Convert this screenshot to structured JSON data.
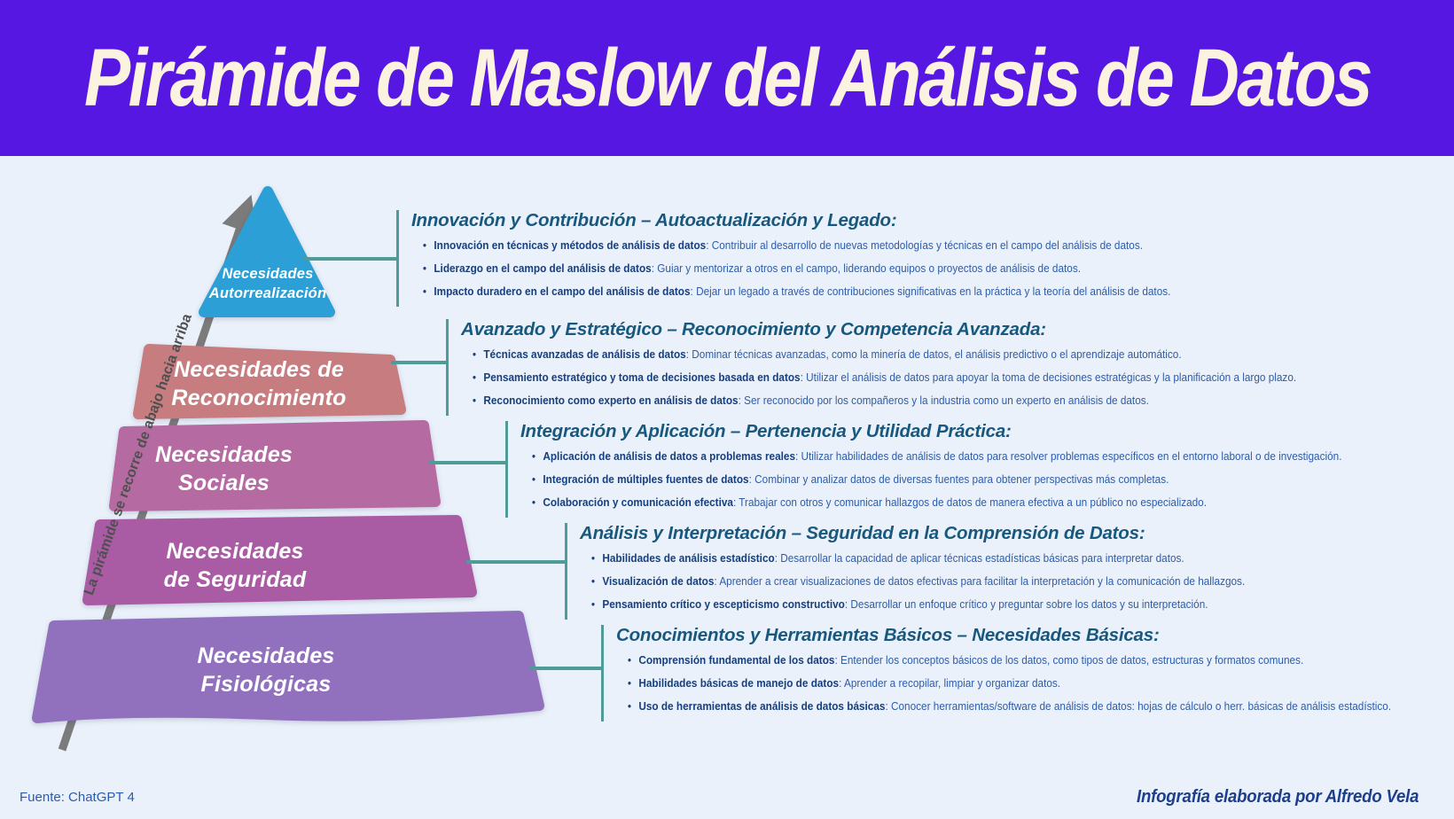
{
  "theme": {
    "header_bg": "#5617E3",
    "header_text": "#FBF3DF",
    "page_bg": "#EAF1FA",
    "connector": "#4E9B97",
    "block_title": "#19587E",
    "bullet_lead": "#173F7E",
    "bullet_text": "#2E5CA8",
    "arrow": "#7B7B7B",
    "arrow_label": "#4F4F4F",
    "source_text": "#2A5CAD",
    "credit_text": "#1D3E8C"
  },
  "header": {
    "title": "Pirámide de Maslow del Análisis de Datos"
  },
  "arrow": {
    "label": "La pirámide se recorre de abajo hacia arriba"
  },
  "pyramid": {
    "levels": [
      {
        "label_lines": [
          "Necesidades",
          "Autorrealización"
        ],
        "color": "#2CA0D6"
      },
      {
        "label_lines": [
          "Necesidades de",
          "Reconocimiento"
        ],
        "color": "#C77C7F"
      },
      {
        "label_lines": [
          "Necesidades",
          "Sociales"
        ],
        "color": "#B56AA2"
      },
      {
        "label_lines": [
          "Necesidades",
          "de Seguridad"
        ],
        "color": "#A95BA4"
      },
      {
        "label_lines": [
          "Necesidades",
          "Fisiológicas"
        ],
        "color": "#9170BE"
      }
    ]
  },
  "blocks": [
    {
      "title": "Innovación y Contribución – Autoactualización y Legado:",
      "bullets": [
        {
          "lead": "Innovación en técnicas y métodos de análisis de datos",
          "desc": ": Contribuir al desarrollo de nuevas metodologías y técnicas en el campo del análisis de datos."
        },
        {
          "lead": "Liderazgo en el campo del análisis de datos",
          "desc": ": Guiar y mentorizar a otros en el campo, liderando equipos o proyectos de análisis de datos."
        },
        {
          "lead": "Impacto duradero en el campo del análisis de datos",
          "desc": ": Dejar un legado a través de contribuciones significativas en la práctica y la teoría del análisis de datos."
        }
      ]
    },
    {
      "title": "Avanzado y Estratégico – Reconocimiento y Competencia Avanzada:",
      "bullets": [
        {
          "lead": "Técnicas avanzadas de análisis de datos",
          "desc": ": Dominar técnicas avanzadas, como la minería de datos, el análisis predictivo o el aprendizaje automático."
        },
        {
          "lead": "Pensamiento estratégico y toma de decisiones basada en datos",
          "desc": ": Utilizar el análisis de datos para apoyar la toma de decisiones estratégicas y la planificación a largo plazo."
        },
        {
          "lead": "Reconocimiento como experto en análisis de datos",
          "desc": ": Ser reconocido por los compañeros y la industria como un experto en análisis de datos."
        }
      ]
    },
    {
      "title": "Integración y Aplicación – Pertenencia y Utilidad Práctica:",
      "bullets": [
        {
          "lead": "Aplicación de análisis de datos a problemas reales",
          "desc": ": Utilizar habilidades de análisis de datos para resolver problemas específicos en el entorno laboral o de investigación."
        },
        {
          "lead": "Integración de múltiples fuentes de datos",
          "desc": ": Combinar y analizar datos de diversas fuentes para obtener perspectivas más completas."
        },
        {
          "lead": "Colaboración y comunicación efectiva",
          "desc": ": Trabajar con otros y comunicar hallazgos de datos de manera efectiva a un público no especializado."
        }
      ]
    },
    {
      "title": "Análisis y Interpretación – Seguridad en la Comprensión de Datos:",
      "bullets": [
        {
          "lead": "Habilidades de análisis estadístico",
          "desc": ": Desarrollar la capacidad de aplicar técnicas estadísticas básicas para interpretar datos."
        },
        {
          "lead": "Visualización de datos",
          "desc": ": Aprender a crear visualizaciones de datos efectivas para facilitar la interpretación y la comunicación de hallazgos."
        },
        {
          "lead": "Pensamiento crítico y escepticismo constructivo",
          "desc": ": Desarrollar un enfoque crítico y preguntar sobre los datos y su interpretación."
        }
      ]
    },
    {
      "title": "Conocimientos y Herramientas Básicos – Necesidades Básicas:",
      "bullets": [
        {
          "lead": "Comprensión fundamental de los datos",
          "desc": ": Entender los conceptos básicos de los datos, como tipos de datos, estructuras y formatos comunes."
        },
        {
          "lead": "Habilidades básicas de manejo de datos",
          "desc": ": Aprender a recopilar, limpiar y organizar datos."
        },
        {
          "lead": "Uso de herramientas de análisis de datos básicas",
          "desc": ": Conocer herramientas/software de análisis de datos: hojas de cálculo o herr. básicas de análisis estadístico."
        }
      ]
    }
  ],
  "footer": {
    "source": "Fuente: ChatGPT 4",
    "credit": "Infografía elaborada por Alfredo Vela"
  }
}
